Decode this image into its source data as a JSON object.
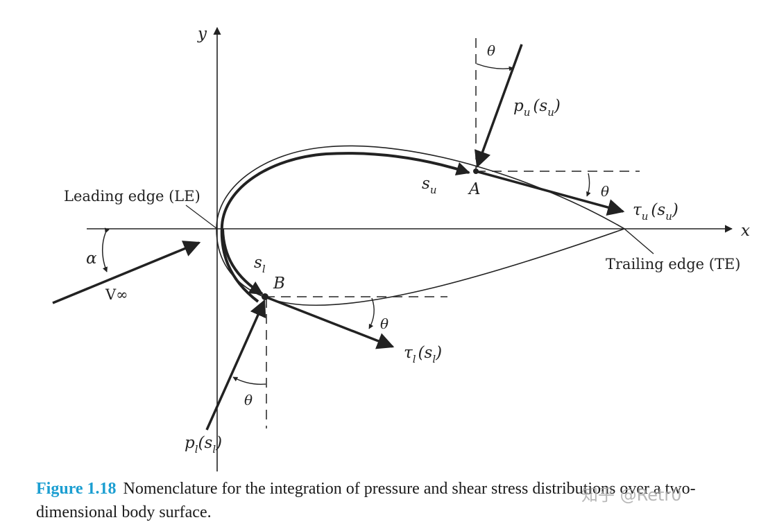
{
  "diagram": {
    "axes": {
      "x": "x",
      "y": "y"
    },
    "labels": {
      "leading_edge": "Leading edge (LE)",
      "trailing_edge": "Trailing edge (TE)",
      "alpha": "α",
      "v_inf_v": "V",
      "v_inf_sym": "∞",
      "point_a": "A",
      "point_b": "B",
      "theta": "θ",
      "s_u": {
        "base": "s",
        "sub": "u"
      },
      "s_l": {
        "base": "s",
        "sub": "l"
      },
      "p_u": {
        "base": "p",
        "sub": "u",
        "arg_open": "(s",
        "arg_sub": "u",
        "arg_close": ")"
      },
      "p_l": {
        "base": "p",
        "sub": "l",
        "arg_open": "(s",
        "arg_sub": "l",
        "arg_close": ")"
      },
      "tau_u": {
        "base": "τ",
        "sub": "u",
        "arg_open": "(s",
        "arg_sub": "u",
        "arg_close": ")"
      },
      "tau_l": {
        "base": "τ",
        "sub": "l",
        "arg_open": "(s",
        "arg_sub": "l",
        "arg_close": ")"
      }
    }
  },
  "caption": {
    "figure_number": "Figure 1.18",
    "text": "Nomenclature for the integration of pressure and shear stress distributions over a two-dimensional body surface."
  },
  "watermark": "知乎 @Retr0"
}
